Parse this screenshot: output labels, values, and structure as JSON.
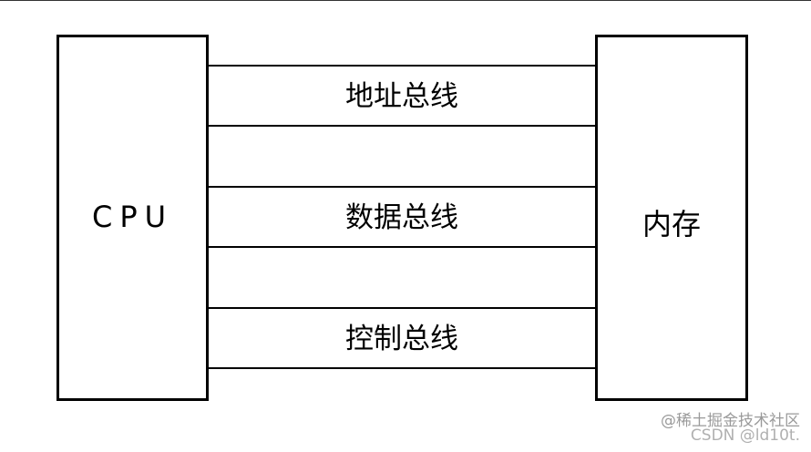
{
  "diagram": {
    "left_box": {
      "label": "CPU"
    },
    "right_box": {
      "label": "内存"
    },
    "buses": [
      {
        "label": "地址总线"
      },
      {
        "label": "数据总线"
      },
      {
        "label": "控制总线"
      }
    ]
  },
  "watermark": {
    "line1": "@稀土掘金技术社区",
    "line2": "CSDN @ld10t."
  },
  "colors": {
    "stroke": "#000000",
    "background": "#ffffff",
    "watermark": "#9a9a9a"
  }
}
